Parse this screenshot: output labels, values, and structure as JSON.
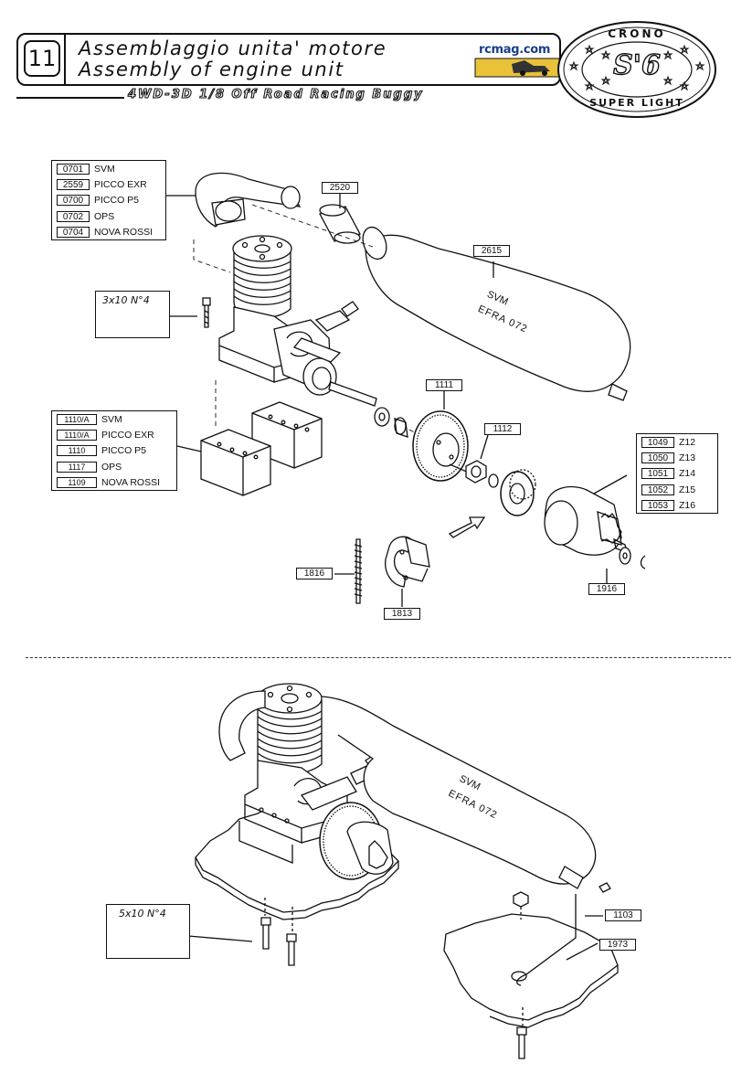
{
  "header": {
    "page_number": "11",
    "title_it": "Assemblaggio unita' motore",
    "title_en": "Assembly of engine unit",
    "subtitle": "4WD-3D 1/8 Off Road Racing Buggy",
    "rcmag": "rcmag.com",
    "logo_top": "CRONO",
    "logo_mid": "S'6",
    "logo_bottom": "SUPER LIGHT"
  },
  "top_diagram": {
    "engine_table": [
      {
        "code": "0701",
        "name": "SVM"
      },
      {
        "code": "2559",
        "name": "PICCO EXR"
      },
      {
        "code": "0700",
        "name": "PICCO P5"
      },
      {
        "code": "0702",
        "name": "OPS"
      },
      {
        "code": "0704",
        "name": "NOVA ROSSI"
      }
    ],
    "mount_table": [
      {
        "code": "1110/A",
        "name": "SVM"
      },
      {
        "code": "1110/A",
        "name": "PICCO EXR"
      },
      {
        "code": "1110",
        "name": "PICCO P5"
      },
      {
        "code": "1117",
        "name": "OPS"
      },
      {
        "code": "1109",
        "name": "NOVA ROSSI"
      }
    ],
    "bell_table": [
      {
        "code": "1049",
        "name": "Z12"
      },
      {
        "code": "1050",
        "name": "Z13"
      },
      {
        "code": "1051",
        "name": "Z14"
      },
      {
        "code": "1052",
        "name": "Z15"
      },
      {
        "code": "1053",
        "name": "Z16"
      }
    ],
    "screw_spec": "3x10 N°4",
    "part_2520": "2520",
    "part_2615": "2615",
    "part_1111": "1111",
    "part_1112": "1112",
    "part_1816": "1816",
    "part_1813": "1813",
    "part_1916": "1916",
    "pipe_text_1": "SVM",
    "pipe_text_2": "EFRA 072"
  },
  "bottom_diagram": {
    "screw_spec": "5x10 N°4",
    "part_1103": "1103",
    "part_1973": "1973",
    "pipe_text_1": "SVM",
    "pipe_text_2": "EFRA 072"
  }
}
